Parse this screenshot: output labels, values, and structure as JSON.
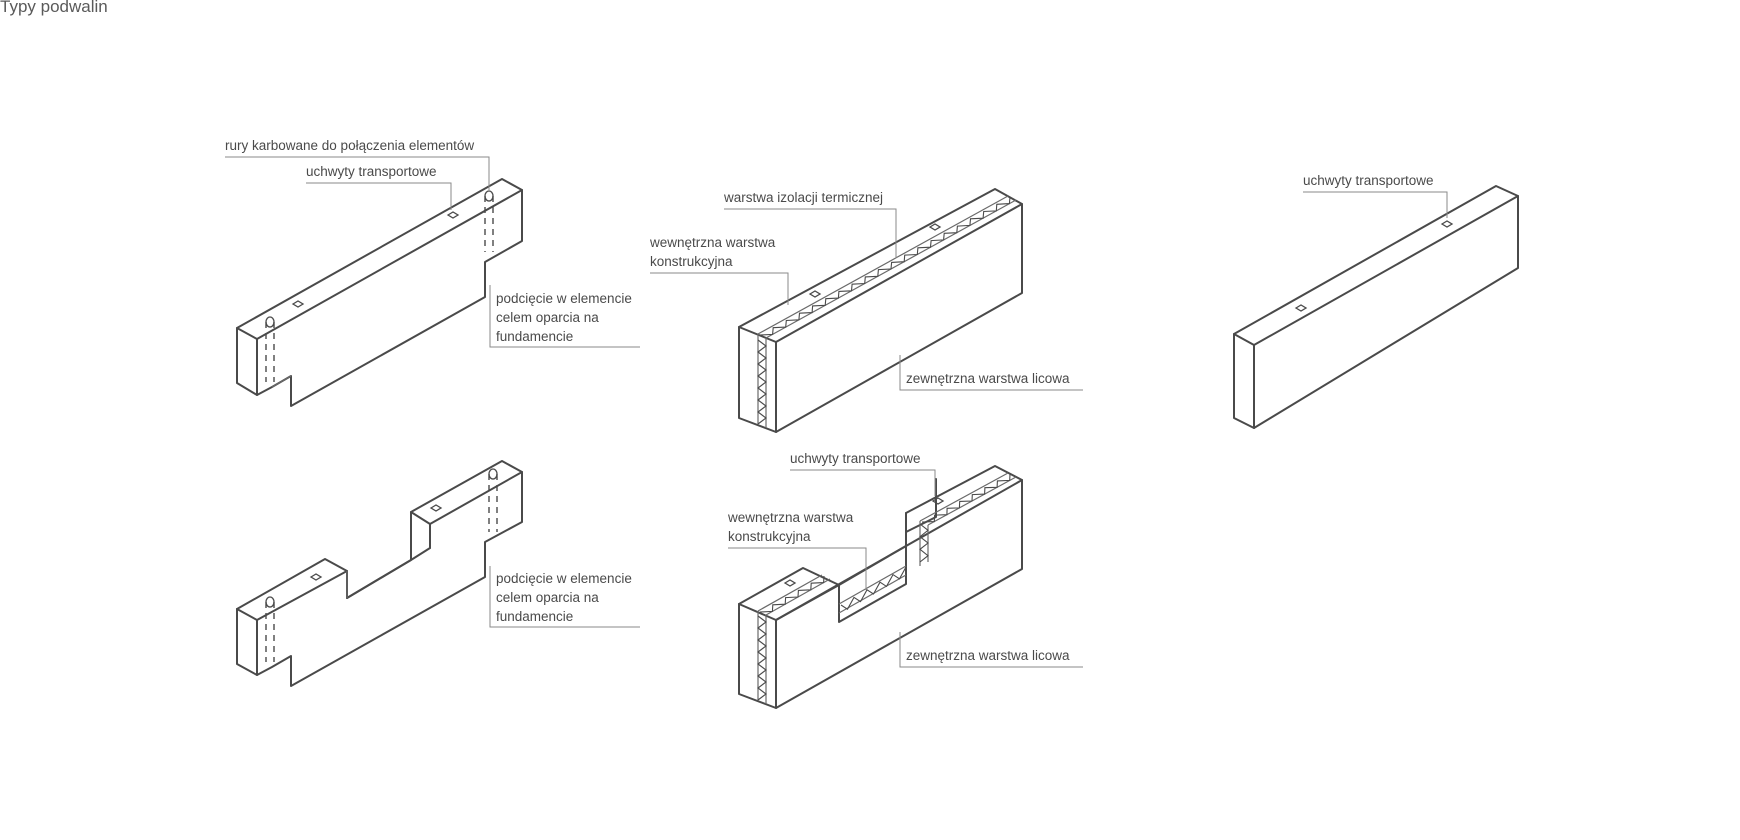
{
  "title": "Typy podwalin",
  "labels": {
    "tl_pipes": "rury karbowane do połączenia elementów",
    "tl_handles": "uchwyty transportowe",
    "tl_undercut": [
      "podcięcie w elemencie",
      "celem oparcia na",
      "fundamencie"
    ],
    "tm_insulation": "warstwa izolacji termicznej",
    "tm_inner": [
      "wewnętrzna warstwa",
      "konstrukcyjna"
    ],
    "tm_outer": "zewnętrzna warstwa licowa",
    "tr_handles": "uchwyty transportowe",
    "bl_undercut": [
      "podcięcie w elemencie",
      "celem oparcia na",
      "fundamencie"
    ],
    "bm_handles": "uchwyty transportowe",
    "bm_inner": [
      "wewnętrzna warstwa",
      "konstrukcyjna"
    ],
    "bm_outer": "zewnętrzna warstwa licowa"
  }
}
